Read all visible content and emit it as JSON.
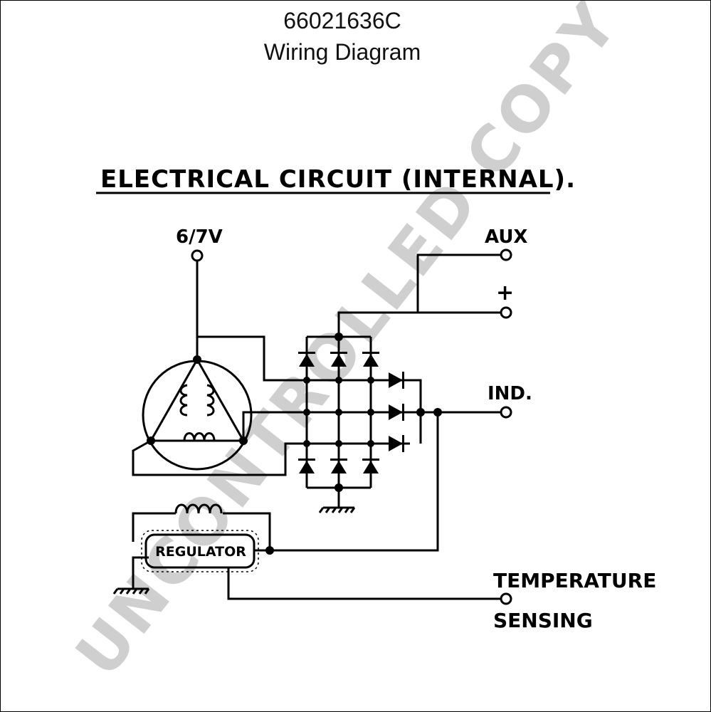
{
  "header": {
    "part_number": "66021636C",
    "subtitle": "Wiring Diagram"
  },
  "diagram": {
    "heading": "ELECTRICAL  CIRCUIT  (INTERNAL).",
    "labels": {
      "v67": "6/7V",
      "aux": "AUX",
      "plus": "+",
      "ind": "IND.",
      "regulator": "REGULATOR",
      "temperature": "TEMPERATURE",
      "sensing": "SENSING"
    },
    "watermark": "UNCONTROLLED COPY"
  }
}
